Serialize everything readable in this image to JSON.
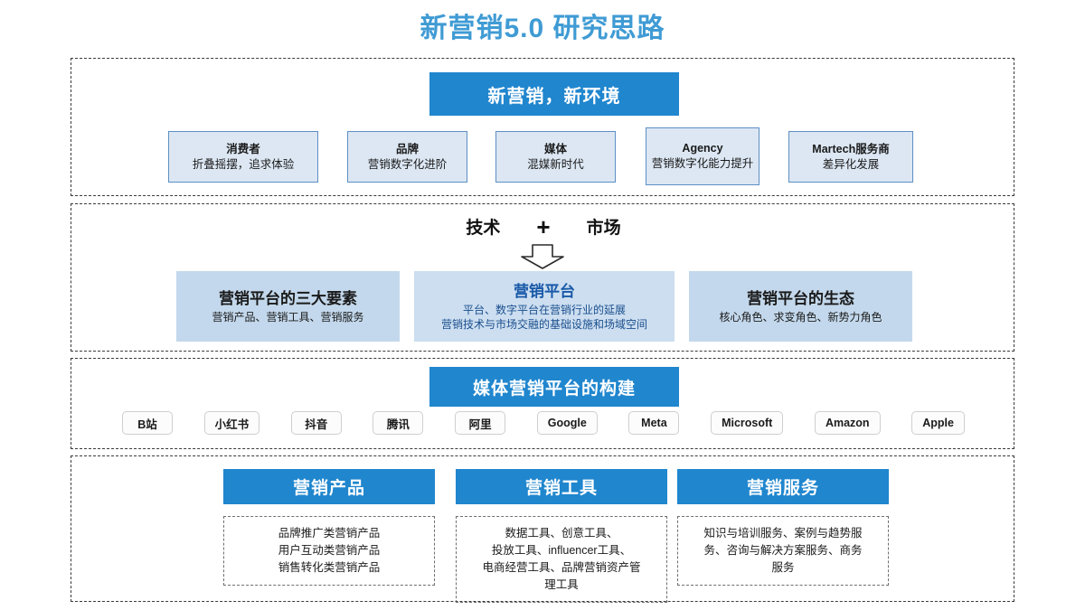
{
  "title": "新营销5.0 研究思路",
  "colors": {
    "title": "#3f9bd4",
    "banner_blue": "#2086ce",
    "card_light_blue": "#dce7f3",
    "card_blue": "#c3d8ec",
    "card_blue_center": "#ccdef0",
    "card_border_blue": "#5d8fc4",
    "frame_dash": "#3a3a3a"
  },
  "section1": {
    "banner": "新营销，新环境",
    "cards": [
      {
        "title": "消费者",
        "subtitle": "折叠摇摆，追求体验"
      },
      {
        "title": "品牌",
        "subtitle": "营销数字化进阶"
      },
      {
        "title": "媒体",
        "subtitle": "混媒新时代"
      },
      {
        "title": "Agency",
        "subtitle": "营销数字化能力提升"
      },
      {
        "title": "Martech服务商",
        "subtitle": "差异化发展"
      }
    ]
  },
  "section2": {
    "left_term": "技术",
    "operator": "+",
    "right_term": "市场",
    "arrow_icon": "down-block-arrow-icon",
    "cards": [
      {
        "heading": "营销平台的三大要素",
        "sub_lines": [
          "营销产品、营销工具、营销服务"
        ]
      },
      {
        "heading": "营销平台",
        "sub_lines": [
          "平台、数字平台在营销行业的延展",
          "营销技术与市场交融的基础设施和场域空间"
        ]
      },
      {
        "heading": "营销平台的生态",
        "sub_lines": [
          "核心角色、求变角色、新势力角色"
        ]
      }
    ]
  },
  "section3": {
    "banner": "媒体营销平台的构建",
    "chips": [
      "B站",
      "小红书",
      "抖音",
      "腾讯",
      "阿里",
      "Google",
      "Meta",
      "Microsoft",
      "Amazon",
      "Apple"
    ]
  },
  "section4": {
    "columns": [
      {
        "header": "营销产品",
        "body_lines": [
          "品牌推广类营销产品",
          "用户互动类营销产品",
          "销售转化类营销产品"
        ]
      },
      {
        "header": "营销工具",
        "body_lines": [
          "数据工具、创意工具、",
          "投放工具、influencer工具、",
          "电商经营工具、品牌营销资产管",
          "理工具"
        ]
      },
      {
        "header": "营销服务",
        "body_lines": [
          "知识与培训服务、案例与趋势服",
          "务、咨询与解决方案服务、商务",
          "服务"
        ]
      }
    ]
  }
}
